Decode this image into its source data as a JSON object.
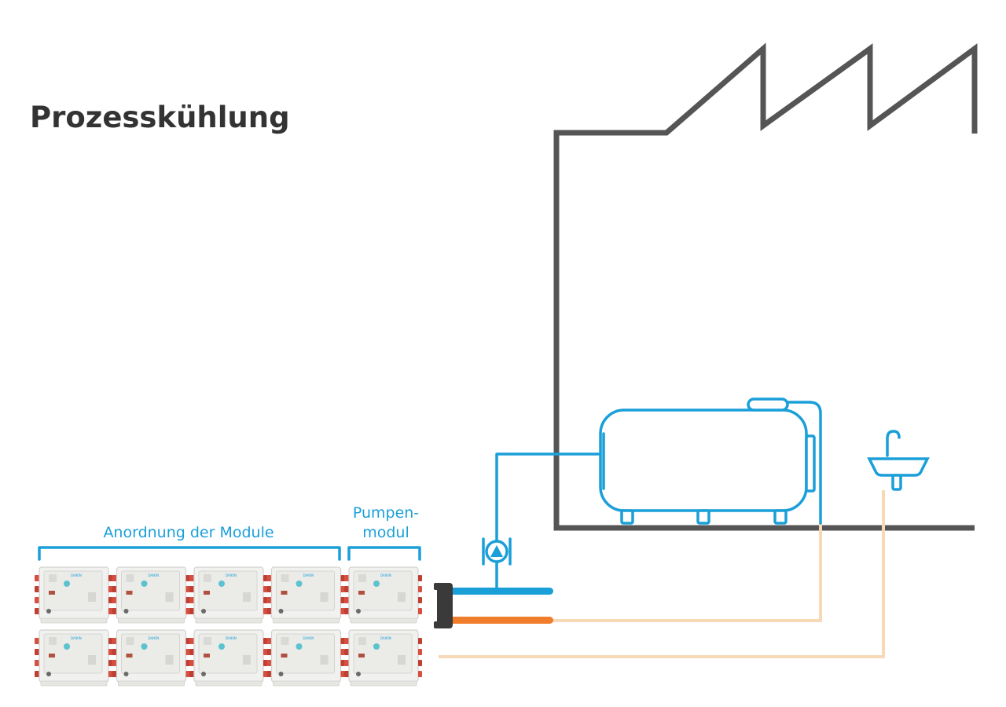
{
  "title": "Prozesskühlung",
  "labels": {
    "modules": "Anordnung der Module",
    "pump_line1": "Pumpen-",
    "pump_line2": "modul"
  },
  "unit_brand": "DAIKIN",
  "modules": {
    "rows": 2,
    "chiller_columns": 4,
    "pump_columns": 1
  },
  "colors": {
    "supply_pipe": "#1a9fd9",
    "return_pipe": "#f07d2b",
    "return_line": "#f7d9b8",
    "building": "#555555",
    "title": "#333333",
    "label": "#1a9fd9"
  },
  "icons": [
    "factory-building-icon",
    "tank-icon",
    "pump-icon",
    "sink-icon",
    "hydraulic-header-icon"
  ]
}
